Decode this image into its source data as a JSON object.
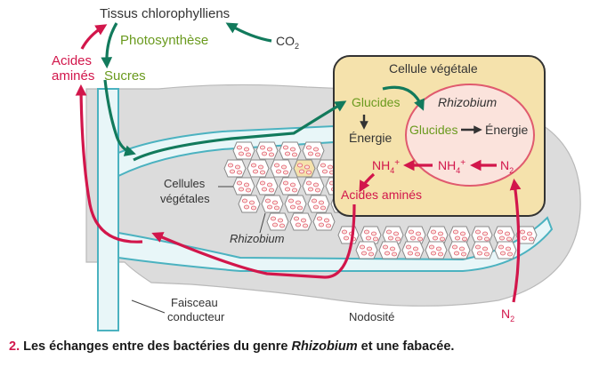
{
  "labels": {
    "tissus": "Tissus chlorophylliens",
    "photosynthese": "Photosynthèse",
    "co2_main": "CO",
    "co2_sub": "2",
    "acides_line1": "Acides",
    "acides_line2": "aminés",
    "sucres": "Sucres",
    "cellule_vegetale": "Cellule végétale",
    "glucides_left": "Glucides",
    "energie_left": "Énergie",
    "rhizobium_inner": "Rhizobium",
    "glucides_inner": "Glucides",
    "energie_inner": "Énergie",
    "nh4_left_main": "NH",
    "nh4_left_sub": "4",
    "nh4_left_sup": "+",
    "nh4_inner_main": "NH",
    "nh4_inner_sub": "4",
    "nh4_inner_sup": "+",
    "n2_inner_main": "N",
    "n2_inner_sub": "2",
    "acides_amines_cell": "Acides aminés",
    "cellules_line1": "Cellules",
    "cellules_line2": "végétales",
    "rhizobium_cells": "Rhizobium",
    "faisceau_line1": "Faisceau",
    "faisceau_line2": "conducteur",
    "nodosite": "Nodosité",
    "n2_bottom_main": "N",
    "n2_bottom_sub": "2"
  },
  "caption": {
    "number": "2.",
    "text_before": " Les échanges entre des bactéries du genre ",
    "text_italic": "Rhizobium",
    "text_after": " et une fabacée."
  },
  "colors": {
    "green_arrow": "#127a5c",
    "red_arrow": "#d2164b",
    "green_text": "#6a9a1e",
    "red_text": "#d2164b",
    "root_fill": "#dcdcdc",
    "vessel_fill": "#e8f6f8",
    "vessel_stroke": "#4bb2c0",
    "cell_box_fill": "#f5e2ac",
    "rhizobium_fill": "#fbe3dc",
    "caption_number": "#d2164b"
  }
}
